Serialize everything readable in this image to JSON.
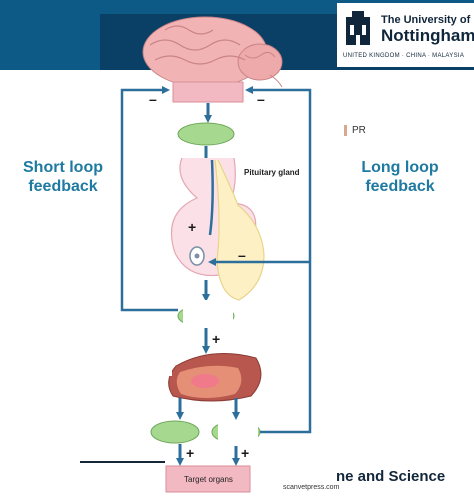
{
  "header": {
    "university_line1": "The University of",
    "university_line2": "Nottingham",
    "university_line3": "UNITED KINGDOM · CHINA · MALAYSIA"
  },
  "labels": {
    "short_loop": "Short loop feedback",
    "long_loop": "Long loop feedback",
    "pr": "PR",
    "pituitary_gland": "Pituitary gland",
    "target_organs": "Target organs",
    "footer_text": "ne and Science",
    "credit": "scanvetpress.com"
  },
  "signs": {
    "minus": "–",
    "plus": "+"
  },
  "colors": {
    "banner": "#0d5a86",
    "arrow": "#2d6f9b",
    "hormone_oval": "#a7d88f",
    "pink_box": "#f3b9c2",
    "side_text": "#1f7aa1"
  }
}
